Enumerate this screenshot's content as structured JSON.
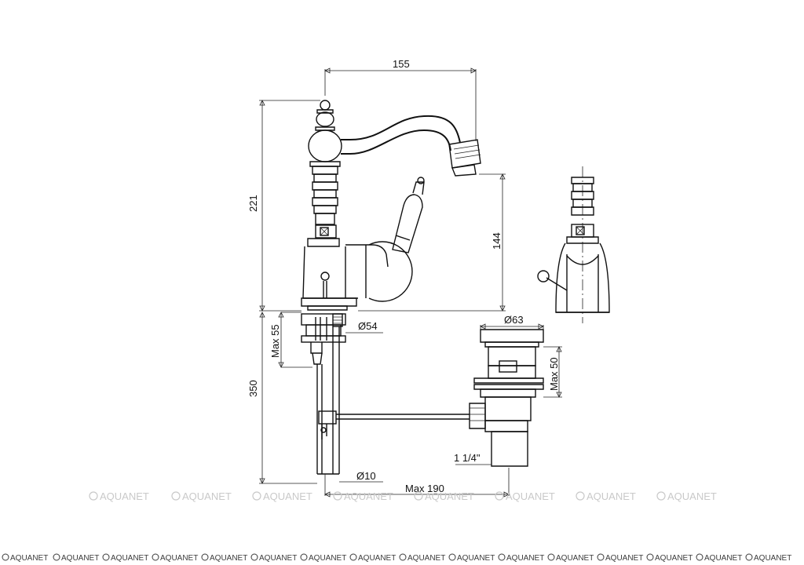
{
  "dimensions": {
    "spout_reach": "155",
    "total_height": "221",
    "spout_height": "144",
    "max_deck": "Max 55",
    "flange_diameter": "Ø54",
    "waste_diameter": "Ø63",
    "waste_max": "Max 50",
    "tail_length": "350",
    "waste_thread": "1 1/4\"",
    "rod_diameter": "Ø10",
    "max_reach": "Max 190"
  },
  "watermark": {
    "text": "AQUANET",
    "colors": {
      "faint": "#c9c9c9",
      "strip": "#3a3a3a"
    }
  }
}
